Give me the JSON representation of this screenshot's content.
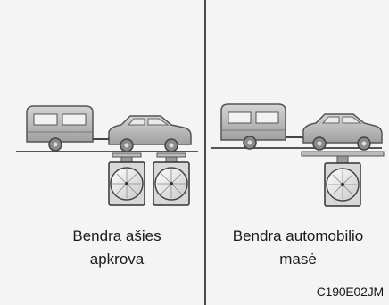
{
  "panels": [
    {
      "caption_lines": [
        "Bendra ašies",
        "apkrova"
      ]
    },
    {
      "caption_lines": [
        "Bendra automobilio",
        "masė"
      ]
    }
  ],
  "figure_code": "C190E02JM"
}
